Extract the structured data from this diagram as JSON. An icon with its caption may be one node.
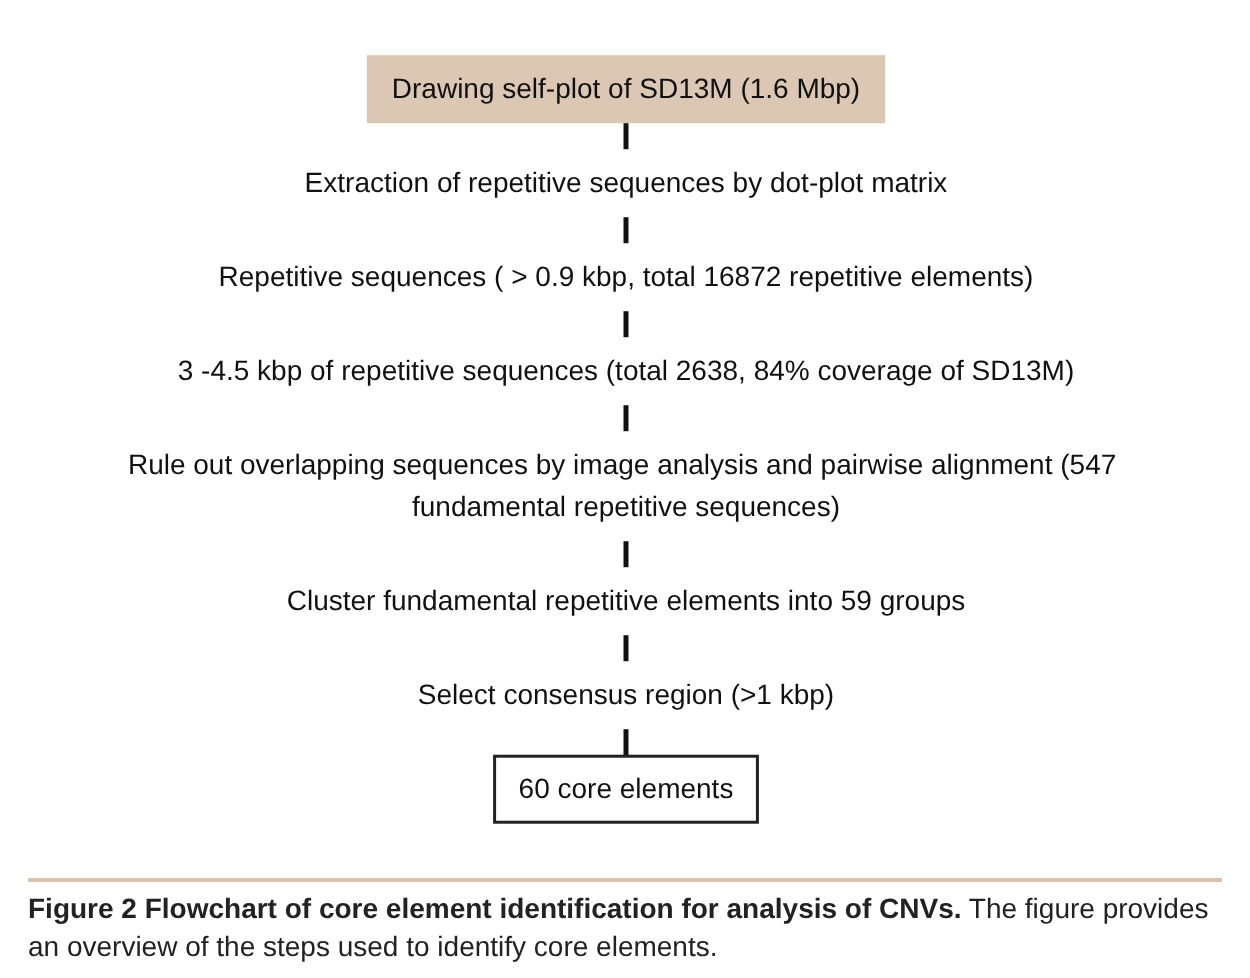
{
  "diagram": {
    "caption": "**Figure 2 Flowchart of core element identification for analysis of CNVs.** The figure provides an overview of the steps used to identify core elements.",
    "nodes": [
      {
        "text": [
          "Drawing self-plot of SD13M (1.6 Mbp)"
        ]
      },
      {
        "text": [
          "Extraction of repetitive sequences by dot-plot matrix"
        ]
      },
      {
        "text": [
          "Repetitive sequences ( > 0.9 kbp, total 16872 repetitive elements)"
        ]
      },
      {
        "text": [
          "3 -4.5 kbp of repetitive sequences (total 2638, 84% coverage of SD13M)"
        ]
      },
      {
        "text": [
          "Rule out overlapping sequences by image analysis and pairwise alignment (547 fundamental repetitive sequences)"
        ]
      },
      {
        "text": [
          "Cluster fundamental repetitive elements into 59 groups"
        ]
      },
      {
        "text": [
          "Select consensus region (>1 kbp)"
        ]
      },
      {
        "text": [
          "60 core elements"
        ]
      }
    ],
    "edges": [
      {
        "from": 0,
        "to": 1,
        "arrow": "none"
      },
      {
        "from": 1,
        "to": 2,
        "arrow": "none"
      },
      {
        "from": 2,
        "to": 3,
        "arrow": "none"
      },
      {
        "from": 3,
        "to": 4,
        "arrow": "none"
      },
      {
        "from": 4,
        "to": 5,
        "arrow": "none"
      },
      {
        "from": 5,
        "to": 6,
        "arrow": "none"
      },
      {
        "from": 6,
        "to": 7,
        "arrow": "none"
      }
    ]
  }
}
